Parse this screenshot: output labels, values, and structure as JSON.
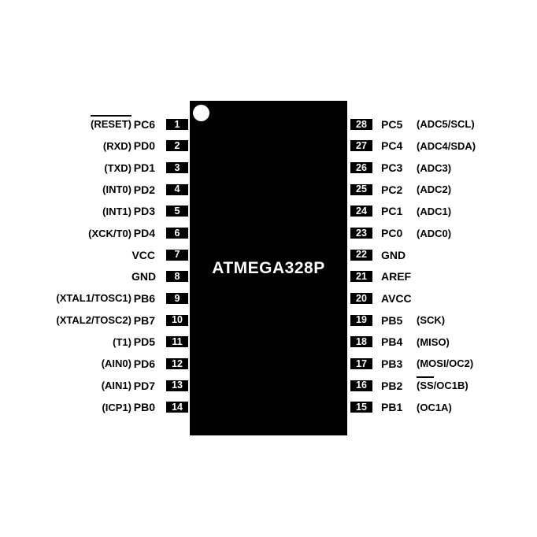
{
  "chip": {
    "label": "ATMEGA328P"
  },
  "colors": {
    "background": "#ffffff",
    "ink": "#000000",
    "chip_body": "#000000",
    "chip_text": "#ffffff"
  },
  "pins": {
    "left": [
      {
        "number": "1",
        "name": "PC6",
        "fn_over": "(RESET)",
        "fn": ""
      },
      {
        "number": "2",
        "name": "PD0",
        "fn_over": "",
        "fn": "(RXD)"
      },
      {
        "number": "3",
        "name": "PD1",
        "fn_over": "",
        "fn": "(TXD)"
      },
      {
        "number": "4",
        "name": "PD2",
        "fn_over": "",
        "fn": "(INT0)"
      },
      {
        "number": "5",
        "name": "PD3",
        "fn_over": "",
        "fn": "(INT1)"
      },
      {
        "number": "6",
        "name": "PD4",
        "fn_over": "",
        "fn": "(XCK/T0)"
      },
      {
        "number": "7",
        "name": "VCC",
        "fn_over": "",
        "fn": ""
      },
      {
        "number": "8",
        "name": "GND",
        "fn_over": "",
        "fn": ""
      },
      {
        "number": "9",
        "name": "PB6",
        "fn_over": "",
        "fn": "(XTAL1/TOSC1)"
      },
      {
        "number": "10",
        "name": "PB7",
        "fn_over": "",
        "fn": "(XTAL2/TOSC2)"
      },
      {
        "number": "11",
        "name": "PD5",
        "fn_over": "",
        "fn": "(T1)"
      },
      {
        "number": "12",
        "name": "PD6",
        "fn_over": "",
        "fn": "(AIN0)"
      },
      {
        "number": "13",
        "name": "PD7",
        "fn_over": "",
        "fn": "(AIN1)"
      },
      {
        "number": "14",
        "name": "PB0",
        "fn_over": "",
        "fn": "(ICP1)"
      }
    ],
    "right": [
      {
        "number": "28",
        "name": "PC5",
        "fn_over": "",
        "fn": "(ADC5/SCL)"
      },
      {
        "number": "27",
        "name": "PC4",
        "fn_over": "",
        "fn": "(ADC4/SDA)"
      },
      {
        "number": "26",
        "name": "PC3",
        "fn_over": "",
        "fn": "(ADC3)"
      },
      {
        "number": "25",
        "name": "PC2",
        "fn_over": "",
        "fn": "(ADC2)"
      },
      {
        "number": "24",
        "name": "PC1",
        "fn_over": "",
        "fn": "(ADC1)"
      },
      {
        "number": "23",
        "name": "PC0",
        "fn_over": "",
        "fn": "(ADC0)"
      },
      {
        "number": "22",
        "name": "GND",
        "fn_over": "",
        "fn": ""
      },
      {
        "number": "21",
        "name": "AREF",
        "fn_over": "",
        "fn": ""
      },
      {
        "number": "20",
        "name": "AVCC",
        "fn_over": "",
        "fn": ""
      },
      {
        "number": "19",
        "name": "PB5",
        "fn_over": "",
        "fn": "(SCK)"
      },
      {
        "number": "18",
        "name": "PB4",
        "fn_over": "",
        "fn": "(MISO)"
      },
      {
        "number": "17",
        "name": "PB3",
        "fn_over": "",
        "fn": "(MOSI/OC2)"
      },
      {
        "number": "16",
        "name": "PB2",
        "fn_over": "(SS",
        "fn": "/OC1B)"
      },
      {
        "number": "15",
        "name": "PB1",
        "fn_over": "",
        "fn": "(OC1A)"
      }
    ]
  }
}
